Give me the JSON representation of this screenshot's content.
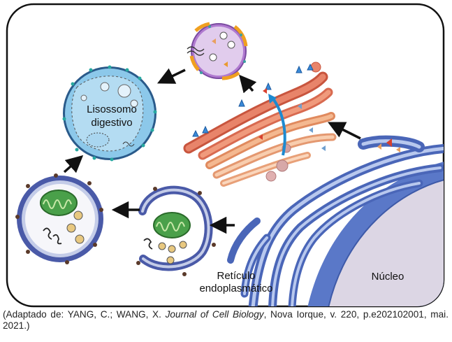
{
  "labels": {
    "lysosome_line1": "Lisossomo",
    "lysosome_line2": "digestivo",
    "er_line1": "Retículo",
    "er_line2": "endoplasmático",
    "nucleus": "Núcleo"
  },
  "caption": {
    "prefix": "(Adaptado de: YANG, C.; WANG, X. ",
    "journal": "Journal of Cell Biology",
    "suffix": ", Nova Iorque, v. 220, p.e202102001, mai. 2021.)"
  },
  "colors": {
    "er_blue": "#5a78c8",
    "er_light": "#b8c8ee",
    "nucleus": "#dcd6e4",
    "golgi": "#e8846a",
    "golgi_light": "#f0b38c",
    "lysosome": "#8cc8ea",
    "vesicle_purple": "#b07ad0",
    "mito_green": "#3a9a3a",
    "arrow": "#111111"
  }
}
